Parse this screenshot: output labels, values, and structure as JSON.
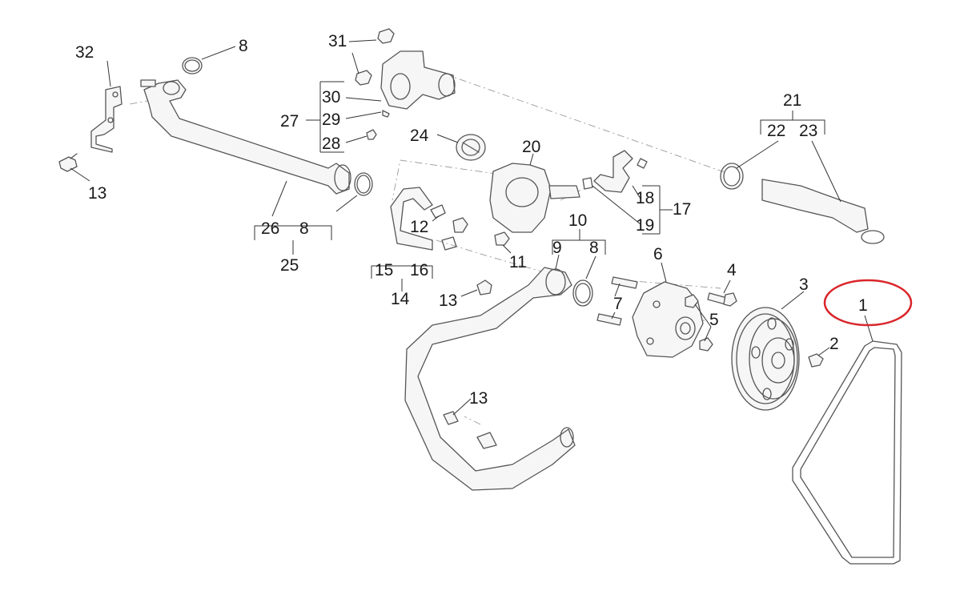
{
  "highlight_color": "#d9262b",
  "highlighted_part": "1",
  "labels": {
    "p1": "1",
    "p2": "2",
    "p3": "3",
    "p4": "4",
    "p5": "5",
    "p6": "6",
    "p7": "7",
    "p8a": "8",
    "p8b": "8",
    "p8c": "8",
    "p9": "9",
    "p10": "10",
    "p11": "11",
    "p12": "12",
    "p13a": "13",
    "p13b": "13",
    "p13c": "13",
    "p14": "14",
    "p15": "15",
    "p16": "16",
    "p17": "17",
    "p18": "18",
    "p19": "19",
    "p20": "20",
    "p21": "21",
    "p22": "22",
    "p23": "23",
    "p24": "24",
    "p25": "25",
    "p26": "26",
    "p27": "27",
    "p28": "28",
    "p29": "29",
    "p30": "30",
    "p31": "31",
    "p32": "32"
  }
}
